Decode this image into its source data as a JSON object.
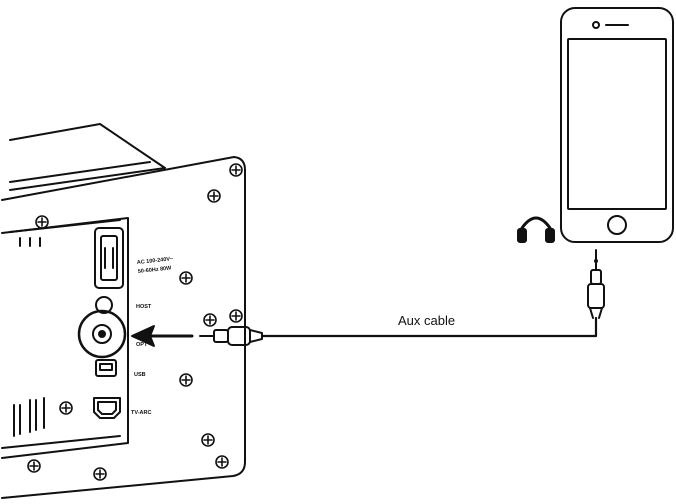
{
  "cable_label": "Aux cable",
  "panel": {
    "power_rating": [
      "AC 100-240V~",
      "50-60Hz 80W"
    ],
    "port_labels": [
      "HOST",
      "OPT",
      "USB",
      "TV-ARC"
    ]
  },
  "icons": [
    "headphones-icon",
    "arrow-icon",
    "screw-icon"
  ]
}
